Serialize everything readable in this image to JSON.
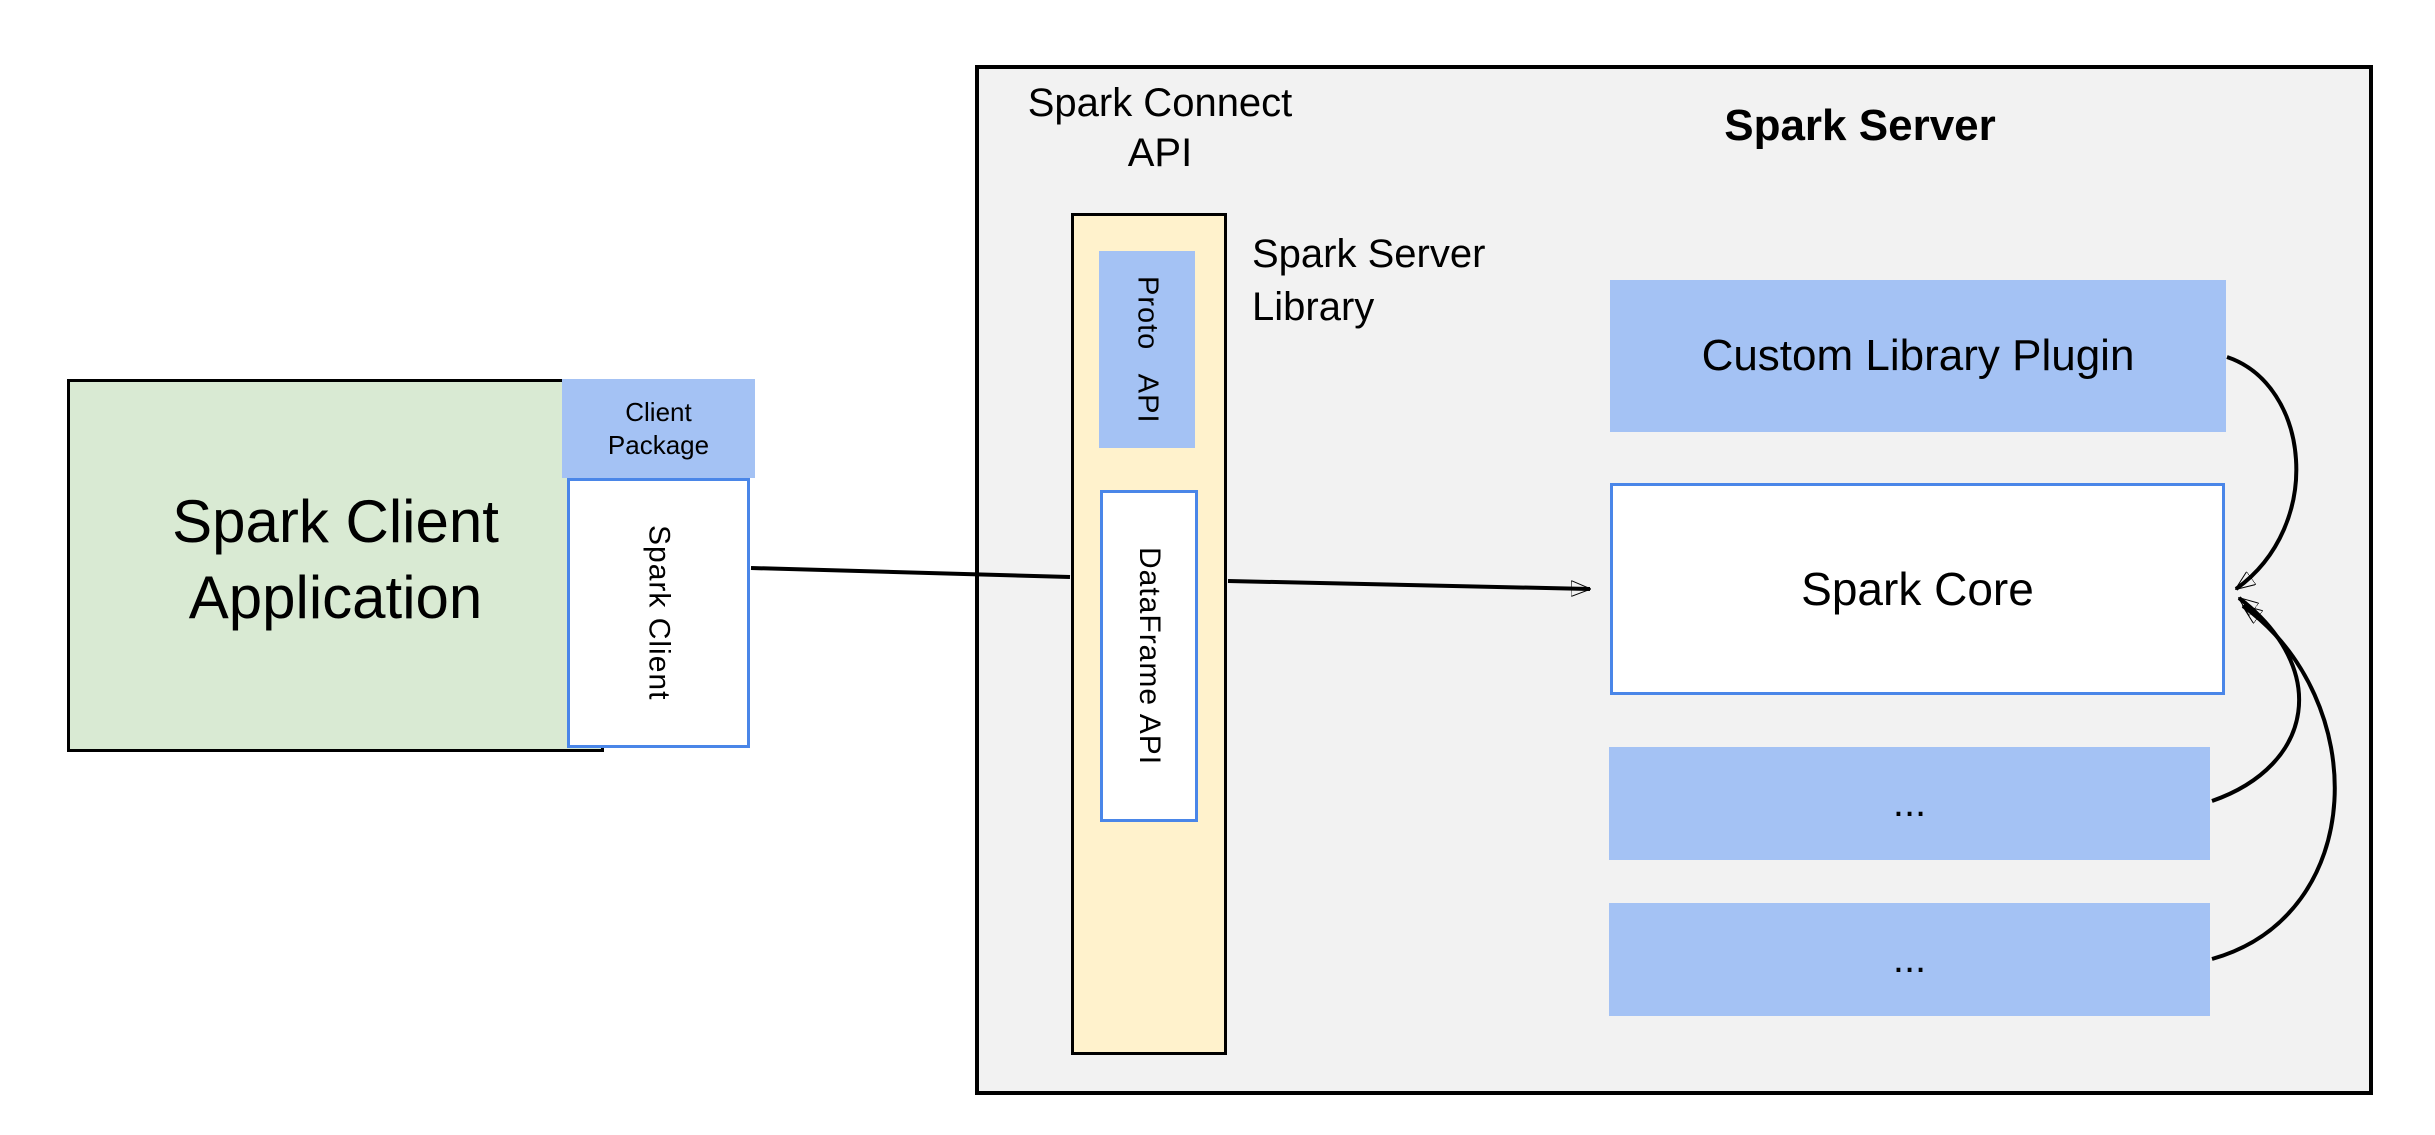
{
  "colors": {
    "green_fill": "#d9ead3",
    "blue_fill": "#a4c2f4",
    "yellow_fill": "#fff2cc",
    "container_fill": "#f2f2f2",
    "blue_border": "#4a86e8",
    "line_black": "#000000"
  },
  "client_application": {
    "title_line1": "Spark Client",
    "title_line2": "Application",
    "package_line1": "Client",
    "package_line2": "Package",
    "client_box": "Spark Client"
  },
  "spark_connect_api": {
    "label_line1": "Spark Connect",
    "label_line2": "API",
    "proto_api": "Proto API",
    "dataframe_api": "DataFrame API"
  },
  "spark_server": {
    "title": "Spark Server",
    "library_line1": "Spark Server",
    "library_line2": "Library",
    "plugin": "Custom Library Plugin",
    "core": "Spark Core",
    "module1": "...",
    "module2": "..."
  }
}
